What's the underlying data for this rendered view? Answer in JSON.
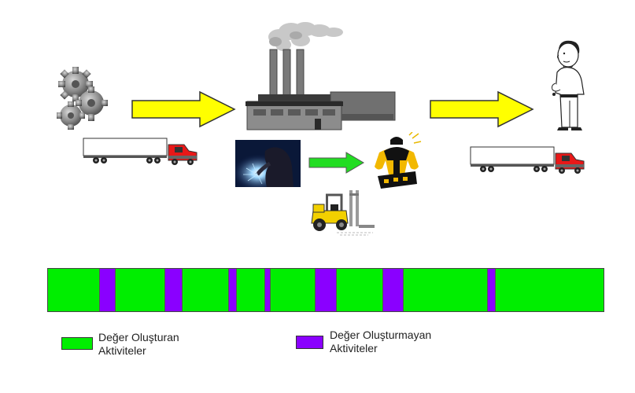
{
  "colors": {
    "value_adding": "#00ee00",
    "non_value_adding": "#8a00ff",
    "arrow_yellow": "#ffff00",
    "arrow_green": "#22dd22"
  },
  "icons": [
    "gears-icon",
    "factory-icon",
    "customer-icon",
    "truck-icon",
    "welder-icon",
    "worker-icon",
    "forklift-icon"
  ],
  "legend": {
    "value_adding_label": "Değer Oluşturan\nAktiviteler",
    "non_value_adding_label": "Değer Oluşturmayan\nAktiviteler"
  },
  "timeline": {
    "segments": [
      {
        "type": "value",
        "weight": 66
      },
      {
        "type": "non",
        "weight": 20
      },
      {
        "type": "value",
        "weight": 63
      },
      {
        "type": "non",
        "weight": 21
      },
      {
        "type": "value",
        "weight": 60
      },
      {
        "type": "non",
        "weight": 9
      },
      {
        "type": "value",
        "weight": 35
      },
      {
        "type": "non",
        "weight": 7
      },
      {
        "type": "value",
        "weight": 57
      },
      {
        "type": "non",
        "weight": 26
      },
      {
        "type": "value",
        "weight": 59
      },
      {
        "type": "non",
        "weight": 26
      },
      {
        "type": "value",
        "weight": 108
      },
      {
        "type": "non",
        "weight": 9
      },
      {
        "type": "value",
        "weight": 140
      }
    ]
  }
}
